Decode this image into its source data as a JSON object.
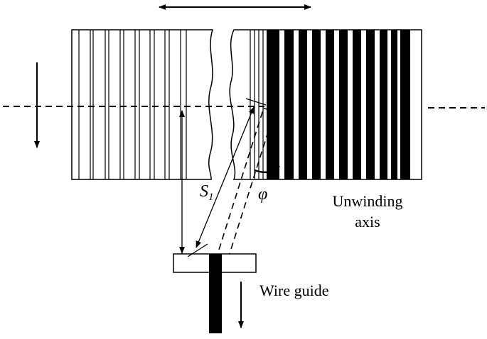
{
  "labels": {
    "s1_main": "S",
    "s1_sub": "1",
    "phi": "φ",
    "unwinding_line1": "Unwinding",
    "unwinding_line2": "axis",
    "wire_guide": "Wire guide"
  },
  "colors": {
    "ink": "#000000",
    "paper": "#ffffff"
  },
  "icons": {
    "top_arrow": "double-headed-arrow-icon",
    "left_arrow": "down-arrow-icon",
    "guide_arrow": "down-arrow-icon"
  }
}
